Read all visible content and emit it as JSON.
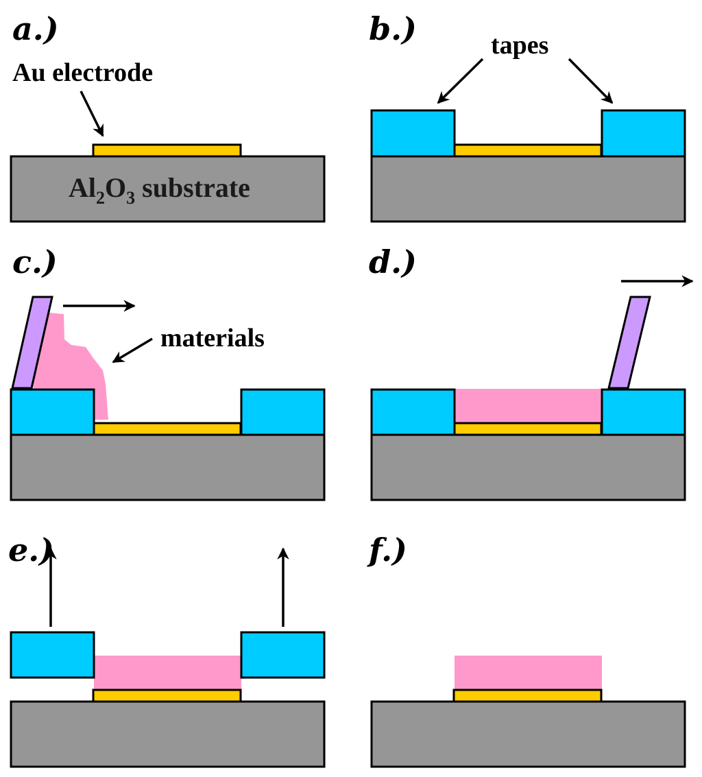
{
  "colors": {
    "substrate": "#969696",
    "electrode": "#ffcc00",
    "tape": "#00ccff",
    "material": "#ff99cc",
    "squeegee": "#cc99ff",
    "outline": "#000000",
    "background": "#ffffff"
  },
  "panels": {
    "a": {
      "label": "a.)"
    },
    "b": {
      "label": "b.)"
    },
    "c": {
      "label": "c.)"
    },
    "d": {
      "label": "d.)"
    },
    "e": {
      "label": "e.)"
    },
    "f": {
      "label": "f.)"
    }
  },
  "callouts": {
    "electrode": "Au electrode",
    "tapes": "tapes",
    "materials": "materials"
  },
  "substrate_label": {
    "prefix": "Al",
    "sub1": "2",
    "middle": "O",
    "sub2": "3",
    "suffix": " substrate"
  }
}
